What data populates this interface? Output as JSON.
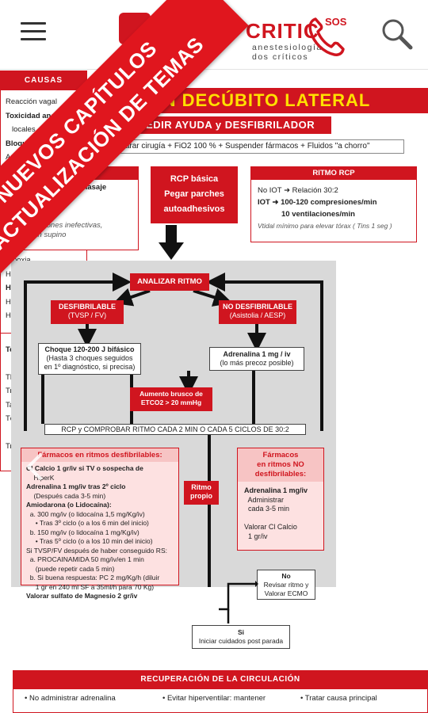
{
  "appbar": {
    "menu_icon": "hamburger-menu-icon",
    "logo_title": "CRITIC",
    "logo_sub_1": "anestesiología",
    "logo_sub_2": "dos críticos",
    "sos_label": "SOS",
    "search_icon": "search-icon"
  },
  "promo": {
    "line1": "NUEVOS CAPÍTULOS",
    "line2": "ACTUALIZACIÓN DE TEMAS",
    "color": "#e0161e"
  },
  "doc": {
    "title": "EN DECÚBITO LATERAL",
    "ask": "PEDIR AYUDA y DESFIBRILADOR",
    "steps": "ar PCR + Parar cirugía + FiO2 100 % + Suspender fármacos + Fluidos \"a chorro\"",
    "quality": {
      "head": "ETIVO CALIDAD",
      "lines": [
        "rrupciones mínimas masaje",
        "t CO2 > 20 mmHg",
        "TAD > 40 mmHg",
        "Sat O2 > 90%"
      ],
      "note_1": "Si compresiones inefectivas,",
      "note_2": "colocar en supino"
    },
    "rcp": {
      "line1": "RCP básica",
      "line2": "Pegar parches",
      "line3": "autoadhesivos"
    },
    "rhythm": {
      "head": "RITMO RCP",
      "line1": "No IOT ➜ Relación 30:2",
      "line2": "IOT ➜ 100-120 compresiones/min",
      "line3": "10 ventilaciones/min",
      "note": "Vtidal mínimo para elevar tórax ( Tins 1 seg )"
    },
    "flow": {
      "analizar": "ANALIZAR RITMO",
      "desf_1": "DESFIBRILABLE",
      "desf_2": "(TVSP / FV)",
      "nodesf_1": "NO DESFIBRILABLE",
      "nodesf_2": "(Asistolia / AESP)",
      "choque_1": "Choque 120-200 J bifásico",
      "choque_2": "(Hasta 3 choques seguidos",
      "choque_3": "en 1º diagnóstico, si precisa)",
      "adren_1": "Adrenalina 1 mg / iv",
      "adren_2": "(lo más precoz posible)",
      "aumento_1": "Aumento brusco de",
      "aumento_2": "ETCO2 > 20 mmHg",
      "rcpcomp": "RCP y COMPROBAR RITMO CADA 2 MIN O CADA 5 CICLOS DE 30:2",
      "farm_d_head": "Fármacos en ritmos desfibrilables:",
      "farm_d_lines": [
        "Cl Calcio 1 gr/iv si TV o sospecha de",
        "    HiperK",
        "Adrenalina 1 mg/iv tras 2º ciclo",
        "    (Después cada 3-5 min)",
        "Amiodarona (o Lidocaína):",
        "  a. 300 mg/iv (o lidocaína 1,5 mg/Kg/iv)",
        "     • Tras 3º ciclo (o a los 6 min del inicio)",
        "  b. 150 mg/iv (o lidocaína 1 mg/Kg/iv)",
        "     • Tras 5º ciclo (o a los 10 min del inicio)",
        "Si TVSP/FV después de haber conseguido RS:",
        "  a. PROCAINAMIDA 50 mg/iv/en 1 min",
        "     (puede repetir cada 5 min)",
        "  b. Si buena respuesta: PC 2 mg/Kg/h (diluir",
        "     1 gr en 240 ml SF a 35ml/h para 70 Kg)",
        "Valorar sulfato de Magnesio 2 gr/iv"
      ],
      "farm_nd_head_1": "Fármacos",
      "farm_nd_head_2": "en ritmos NO",
      "farm_nd_head_3": "desfibrilables:",
      "farm_nd_lines": [
        "Adrenalina 1 mg/iv",
        "  Administrar",
        "  cada 3-5 min",
        "",
        "Valorar Cl Calcio",
        "  1 gr/iv"
      ],
      "ritmo_1": "Ritmo",
      "ritmo_2": "propio",
      "no_1": "No",
      "no_2": "Revisar ritmo y",
      "no_3": "Valorar ECMO",
      "si_1": "Si",
      "si_2": "Iniciar cuidados post parada"
    },
    "causas": {
      "head": "CAUSAS",
      "items": [
        {
          "t": "Reacción vagal",
          "c": ""
        },
        {
          "t": "Toxicidad anestésico",
          "c": "b"
        },
        {
          "t": "locales",
          "c": "ind"
        },
        {
          "t": "Bloqueo espinal total",
          "c": "b"
        },
        {
          "t": "Auto-PEEP",
          "c": ""
        },
        {
          "t": "Hipertensión",
          "c": ""
        },
        {
          "t": "intraabdominal",
          "c": "ind"
        },
        {
          "t": "Embolismo: aéreo,",
          "c": "b"
        },
        {
          "t": "gas, grasa, trombó",
          "c": "b ind"
        }
      ],
      "items2": [
        {
          "t": "Hemorragia / Hipovole",
          "c": ""
        },
        {
          "t": "Hipoxia",
          "c": ""
        },
        {
          "t": "Hiper / Hipocalcemia",
          "c": ""
        },
        {
          "t": "Hiper / Hipopotasemia",
          "c": "b"
        },
        {
          "t": "Hiper / Hipoglucemia",
          "c": ""
        },
        {
          "t": "Hidrogeniones (acidos",
          "c": ""
        }
      ],
      "items3": [
        {
          "t": "Tensión pulmonar",
          "c": "b"
        },
        {
          "t": "(asma, neumotórax",
          "c": "ind"
        },
        {
          "t": "TEP",
          "c": ""
        },
        {
          "t": "Trombosis coronaria",
          "c": ""
        },
        {
          "t": "Taponamiento",
          "c": ""
        },
        {
          "t": "Tóxicos",
          "c": ""
        },
        {
          "t": "(fármacos, drogas...)",
          "c": "ind"
        },
        {
          "t": "Traumatismos",
          "c": ""
        }
      ]
    },
    "recuperacion": {
      "head": "RECUPERACIÓN DE LA CIRCULACIÓN",
      "col1": "• No administrar adrenalina",
      "col2": "• Evitar hiperventilar: mantener",
      "col3": "• Tratar causa principal"
    }
  }
}
